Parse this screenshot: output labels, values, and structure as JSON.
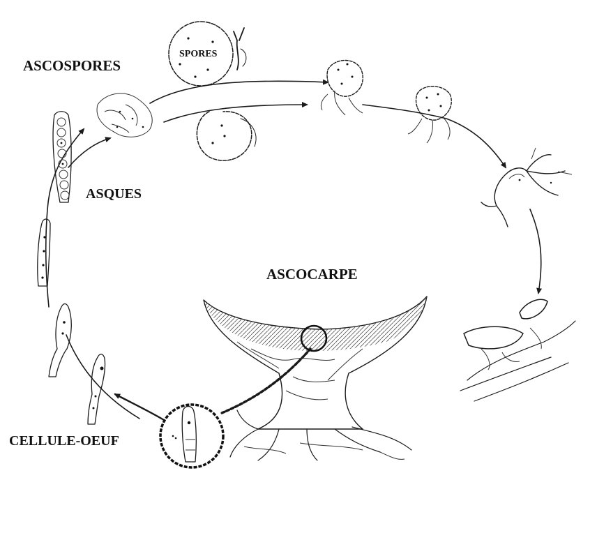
{
  "diagram": {
    "labels": {
      "ascospores": "ASCOSPORES",
      "spores": "SPORES",
      "asques": "ASQUES",
      "ascocarpe": "ASCOCARPE",
      "cellule_oeuf": "CELLULE-OEUF"
    },
    "colors": {
      "ink": "#1a1a1a",
      "paper": "#ffffff",
      "dark_fill": "#111111"
    }
  }
}
